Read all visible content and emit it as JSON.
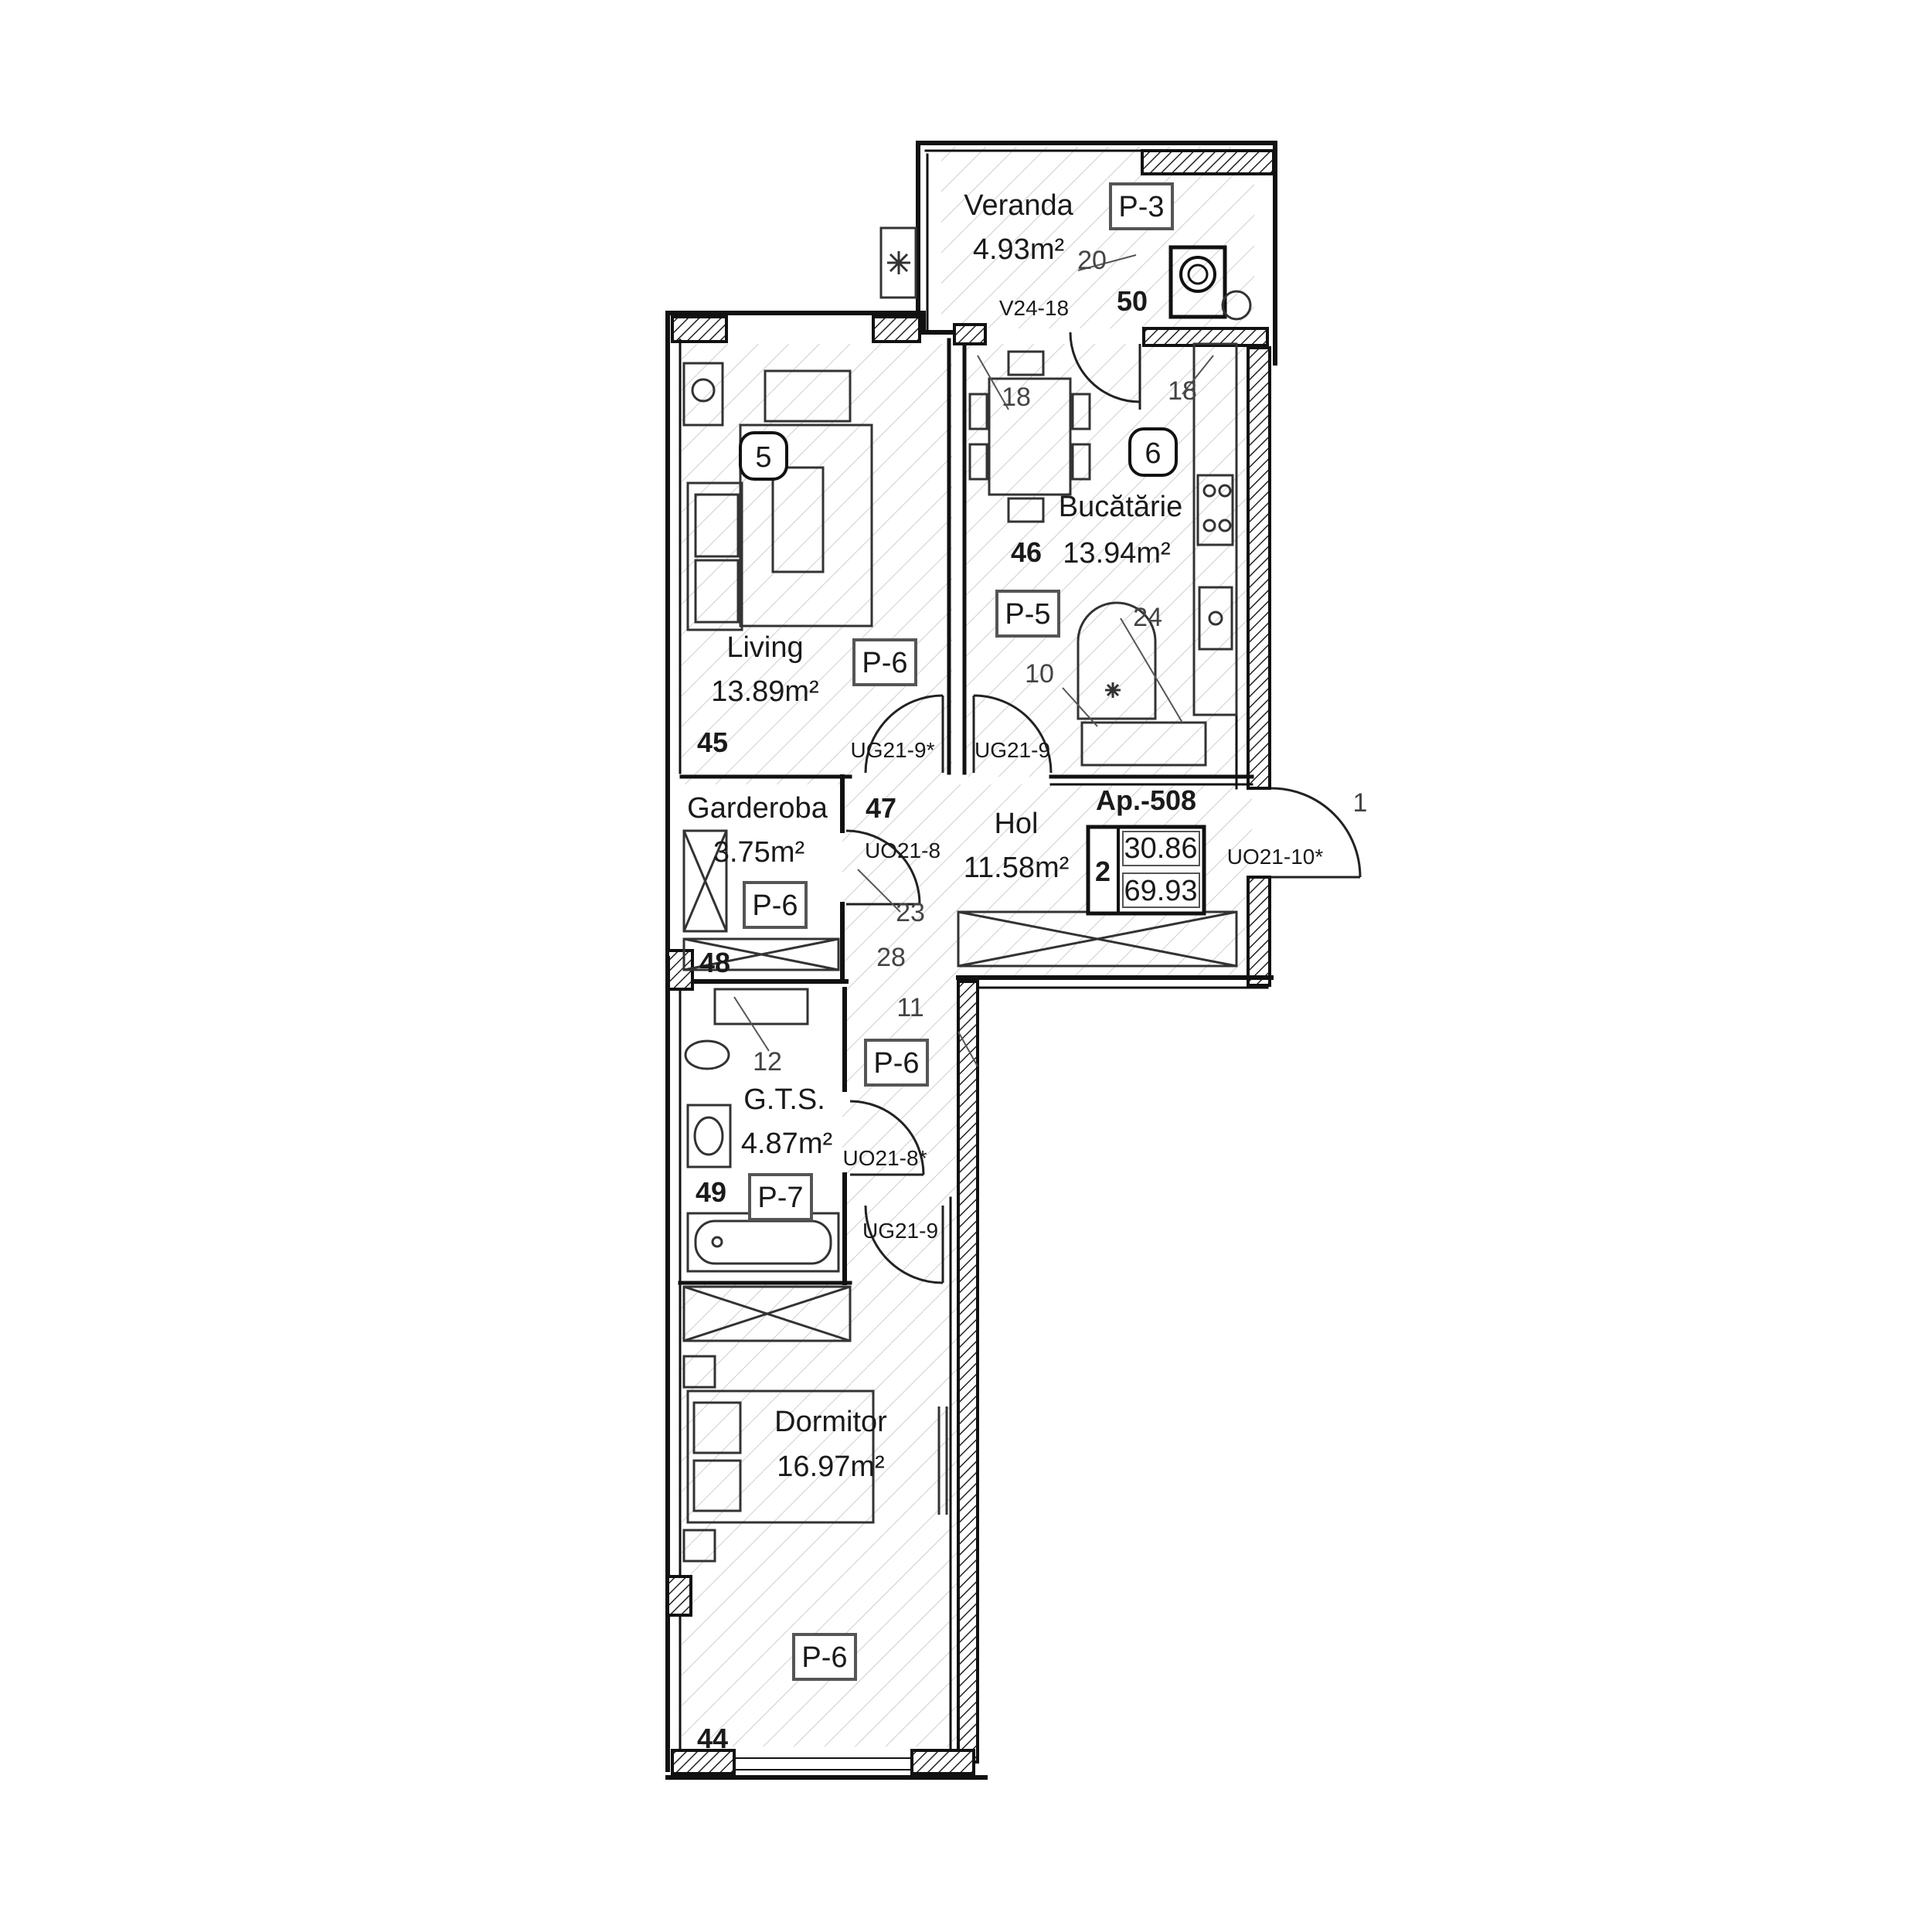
{
  "apartment": {
    "id_label": "Ap.-508",
    "rooms_count": "2",
    "living_area": "30.86",
    "total_area": "69.93"
  },
  "rooms": {
    "veranda": {
      "name": "Veranda",
      "area": "4.93m²",
      "tag": "P-3"
    },
    "living": {
      "name": "Living",
      "area": "13.89m²",
      "tag": "P-6",
      "marker": "5"
    },
    "kitchen": {
      "name": "Bucătărie",
      "area": "13.94m²",
      "tag": "P-5",
      "marker": "6"
    },
    "garderoba": {
      "name": "Garderoba",
      "area": "3.75m²",
      "tag": "P-6"
    },
    "hol": {
      "name": "Hol",
      "area": "11.58m²",
      "tag": "P-6"
    },
    "gts": {
      "name": "G.T.S.",
      "area": "4.87m²",
      "tag": "P-7"
    },
    "dormitor": {
      "name": "Dormitor",
      "area": "16.97m²",
      "tag": "P-6"
    }
  },
  "room_numbers": [
    "44",
    "45",
    "46",
    "47",
    "48",
    "49",
    "50"
  ],
  "doors": {
    "living_door": "UG21-9*",
    "kitchen_door": "UG21-9",
    "garderoba_door": "UO21-8",
    "entrance_door": "UO21-10*",
    "gts_door": "UO21-8*",
    "bedroom_door": "UG21-9",
    "veranda_door": "V24-18"
  },
  "dimension_labels": {
    "veranda_20": "20",
    "kitchen_18a": "18",
    "kitchen_18b": "18",
    "kitchen_24": "24",
    "kitchen_10": "10",
    "hol_23": "23",
    "hol_28": "28",
    "hol_11": "11",
    "gts_12": "12",
    "entrance_1": "1"
  },
  "icons": [
    "snowflake-icon",
    "asterisk-icon",
    "sink-icon",
    "stove-icon",
    "bathtub-icon",
    "bed-icon",
    "sofa-icon",
    "table-icon",
    "boiler-icon"
  ]
}
